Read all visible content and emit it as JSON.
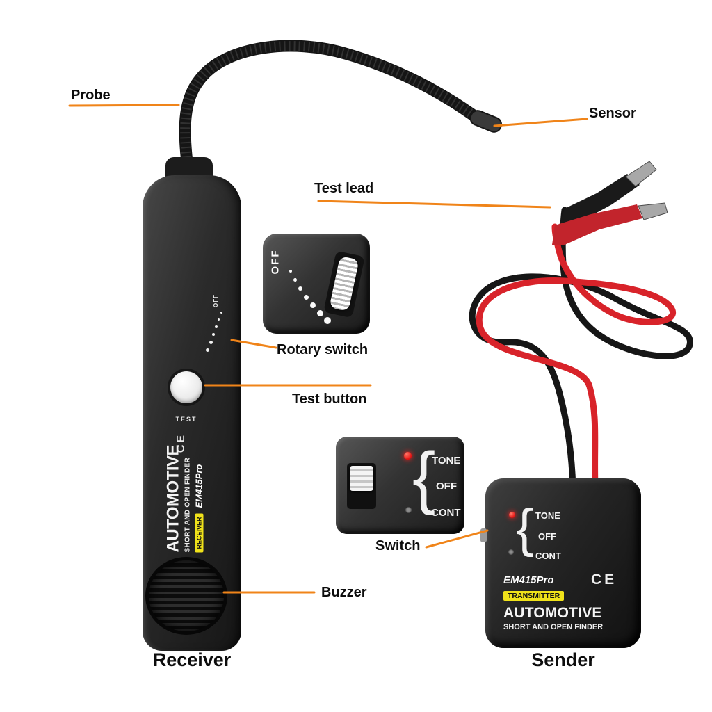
{
  "colors": {
    "accent_orange": "#F08419",
    "badge_yellow": "#F0E21A",
    "wire_red": "#D8232A",
    "led_red": "#FF2A2A"
  },
  "callouts": {
    "probe": "Probe",
    "sensor": "Sensor",
    "test_lead": "Test lead",
    "rotary_switch": "Rotary switch",
    "test_button": "Test button",
    "switch": "Switch",
    "buzzer": "Buzzer"
  },
  "captions": {
    "receiver": "Receiver",
    "sender": "Sender"
  },
  "receiver_device": {
    "brand": "AUTOMOTIVE",
    "subtitle": "SHORT AND OPEN FINDER",
    "model": "EM415Pro",
    "role_badge": "RECEIVER",
    "test_label": "TEST",
    "off_label": "OFF",
    "ce_mark": "CE"
  },
  "sender_device": {
    "brand": "AUTOMOTIVE",
    "subtitle": "SHORT AND OPEN FINDER",
    "model": "EM415Pro",
    "role_badge": "TRANSMITTER",
    "ce_mark": "CE",
    "brace": "{",
    "positions": [
      "TONE",
      "OFF",
      "CONT"
    ]
  },
  "insets": {
    "rotary": {
      "off_label": "OFF"
    },
    "switch": {
      "brace": "{",
      "positions": [
        "TONE",
        "OFF",
        "CONT"
      ]
    }
  }
}
